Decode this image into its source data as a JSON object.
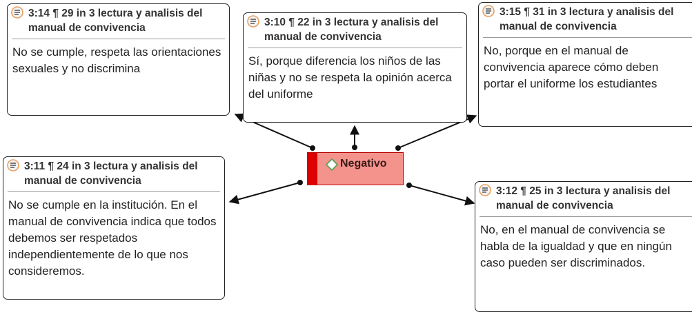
{
  "code": {
    "label": "Negativo",
    "icon": "diamond-code-icon"
  },
  "quotations": [
    {
      "id": "3:14 ¶ 29 in 3 lectura y analisis del",
      "title_line2": "manual de convivencia",
      "text": "No se cumple, respeta las orientaciones sexuales y no discrimina"
    },
    {
      "id": "3:10 ¶ 22 in 3 lectura y analisis del",
      "title_line2": "manual de convivencia",
      "text": "Sí, porque diferencia los niños de las niñas y no se respeta la opinión acerca del uniforme"
    },
    {
      "id": "3:15 ¶ 31 in 3 lectura y analisis del",
      "title_line2": "manual de convivencia",
      "text": "No, porque en el manual de convivencia aparece cómo deben portar el uniforme los estudiantes"
    },
    {
      "id": "3:11 ¶ 24 in 3 lectura y analisis del",
      "title_line2": "manual de convivencia",
      "text": "No se cumple en la institución. En el manual de convivencia indica que todos debemos ser respetados independientemente de lo que nos consideremos."
    },
    {
      "id": "3:12 ¶ 25 in 3 lectura y analisis del",
      "title_line2": "manual de convivencia",
      "text": "No, en el manual de convivencia se habla de la igualdad y que en ningún caso pueden ser discriminados."
    }
  ],
  "colors": {
    "code_fill": "#f4938b",
    "code_strip": "#dd0000",
    "quote_icon_ring": "#e8a060",
    "edge": "#111111"
  }
}
